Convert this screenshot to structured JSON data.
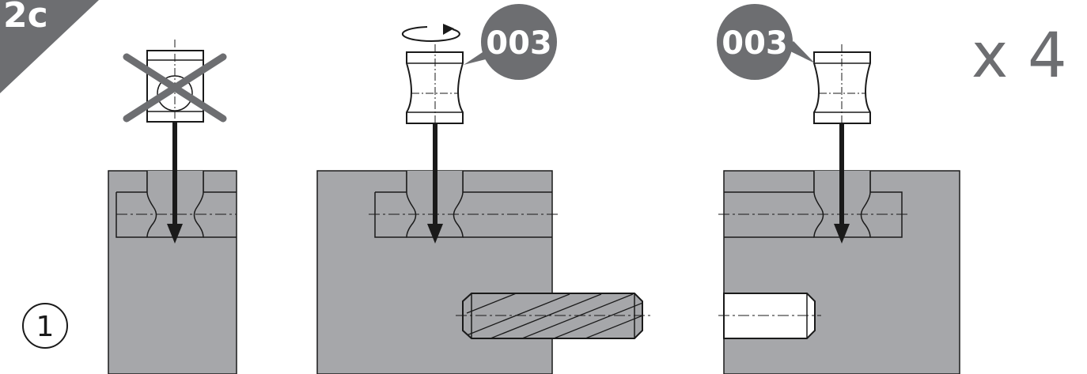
{
  "step": {
    "corner_label": "2c",
    "number": "1",
    "quantity": "x 4"
  },
  "part_label": "003",
  "colors": {
    "block": "#a6a7aa",
    "callout": "#6d6e71",
    "ink": "#1a1a1a",
    "corner": "#6d6e71"
  },
  "icons": [
    "forbidden-cross-icon",
    "rotate-arrow-icon",
    "insert-arrow-icon"
  ]
}
